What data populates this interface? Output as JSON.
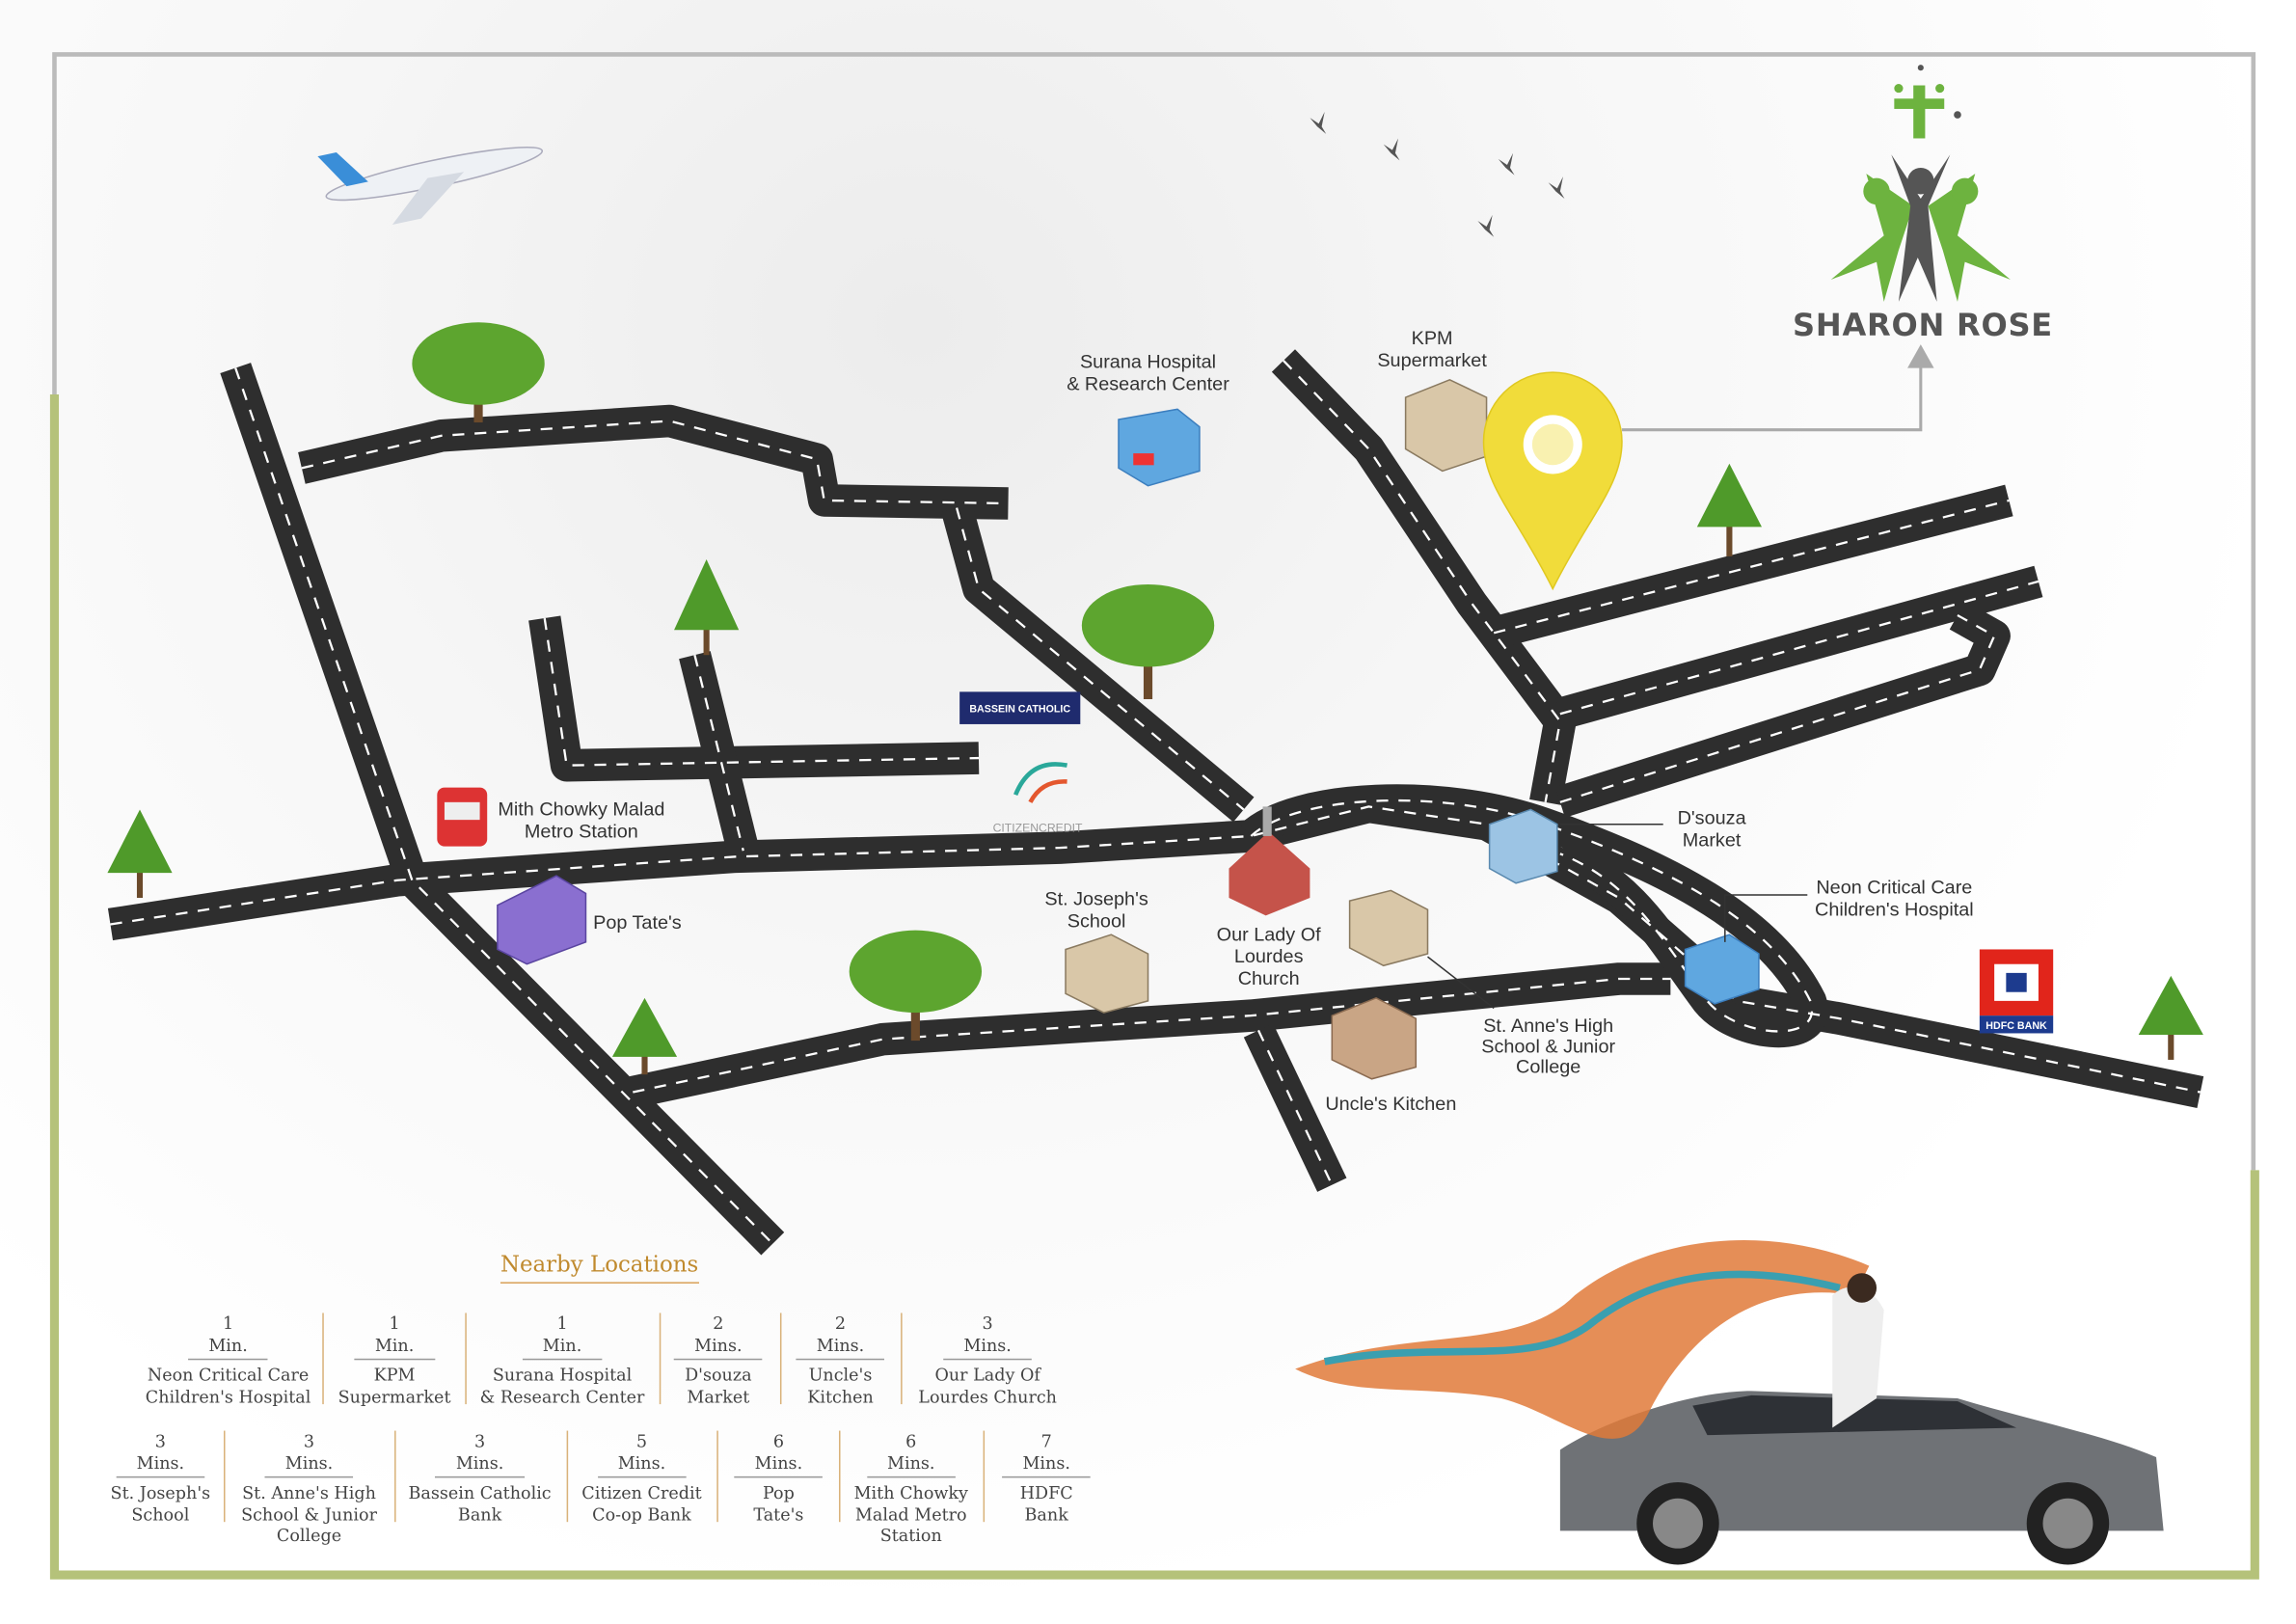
{
  "brand": {
    "name": "SHARON ROSE",
    "colors": {
      "green": "#6db33f",
      "dark": "#555555",
      "gold": "#c08a2e",
      "pin": "#f1dc3a",
      "border_green": "#b5c27a"
    }
  },
  "map_labels": {
    "surana": [
      "Surana Hospital",
      "& Research Center"
    ],
    "kpm": [
      "KPM",
      "Supermarket"
    ],
    "bassein": "BASSEIN CATHOLIC",
    "citizen": "CITIZENCREDIT",
    "metro": [
      "Mith Chowky Malad",
      "Metro Station"
    ],
    "poptates": "Pop Tate's",
    "stjoseph": [
      "St. Joseph's",
      "School"
    ],
    "church": [
      "Our Lady Of",
      "Lourdes",
      "Church"
    ],
    "dsouza": [
      "D'souza",
      "Market"
    ],
    "neon": [
      "Neon Critical Care",
      "Children's Hospital"
    ],
    "hdfc": "HDFC BANK",
    "stanne": [
      "St. Anne's High",
      "School & Junior",
      "College"
    ],
    "uncles": "Uncle's Kitchen"
  },
  "nearby": {
    "title": "Nearby Locations",
    "row1": [
      {
        "time": "1",
        "unit": "Min.",
        "name": [
          "Neon Critical Care",
          "Children's Hospital"
        ]
      },
      {
        "time": "1",
        "unit": "Min.",
        "name": [
          "KPM",
          "Supermarket"
        ]
      },
      {
        "time": "1",
        "unit": "Min.",
        "name": [
          "Surana Hospital",
          "& Research Center"
        ]
      },
      {
        "time": "2",
        "unit": "Mins.",
        "name": [
          "D'souza",
          "Market"
        ]
      },
      {
        "time": "2",
        "unit": "Mins.",
        "name": [
          "Uncle's",
          "Kitchen"
        ]
      },
      {
        "time": "3",
        "unit": "Mins.",
        "name": [
          "Our Lady Of",
          "Lourdes Church"
        ]
      }
    ],
    "row2": [
      {
        "time": "3",
        "unit": "Mins.",
        "name": [
          "St. Joseph's",
          "School"
        ]
      },
      {
        "time": "3",
        "unit": "Mins.",
        "name": [
          "St. Anne's High",
          "School & Junior",
          "College"
        ]
      },
      {
        "time": "3",
        "unit": "Mins.",
        "name": [
          "Bassein Catholic",
          "Bank"
        ]
      },
      {
        "time": "5",
        "unit": "Mins.",
        "name": [
          "Citizen Credit",
          "Co-op Bank"
        ]
      },
      {
        "time": "6",
        "unit": "Mins.",
        "name": [
          "Pop",
          "Tate's"
        ]
      },
      {
        "time": "6",
        "unit": "Mins.",
        "name": [
          "Mith Chowky",
          "Malad Metro",
          "Station"
        ]
      },
      {
        "time": "7",
        "unit": "Mins.",
        "name": [
          "HDFC",
          "Bank"
        ]
      }
    ]
  }
}
